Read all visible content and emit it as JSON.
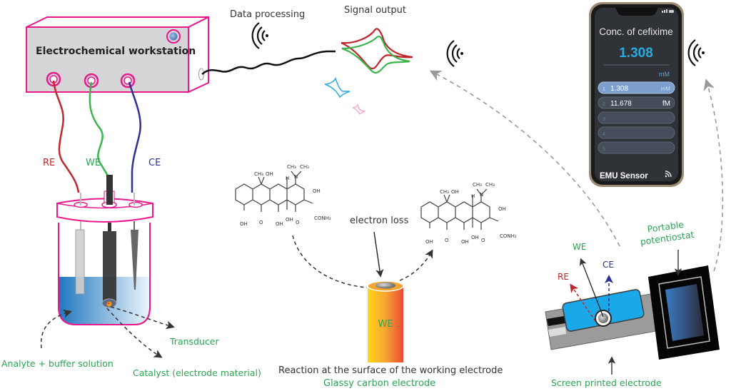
{
  "colors": {
    "pink": "#e8198b",
    "red_lead": "#c0272d",
    "green_lead": "#39b54a",
    "blue_lead": "#2e3192",
    "label_green": "#2aa552",
    "label_red": "#c0272d",
    "label_blue": "#2e3192",
    "phone_accent": "#29abe2"
  },
  "workstation": {
    "title": "Electrochemical workstation"
  },
  "header": {
    "data_processing": "Data processing",
    "signal_output": "Signal output"
  },
  "cell": {
    "re_label": "RE",
    "we_label": "WE",
    "ce_label": "CE",
    "transducer": "Transducer",
    "analyte": "Analyte + buffer solution",
    "catalyst": "Catalyst (electrode material)"
  },
  "reaction": {
    "electron_loss": "electron loss",
    "electrode_label": "WE",
    "caption": "Reaction at the surface of the working electrode",
    "subcaption": "Glassy carbon electrode",
    "molecule_groups": {
      "ch3": "CH₃",
      "oh": "OH",
      "h": "H",
      "n": "N",
      "o": "O",
      "conh2": "CONH₂"
    }
  },
  "phone": {
    "title": "Conc. of cefixime",
    "value": "1.308",
    "unit": "mM",
    "readings": [
      {
        "index": "1",
        "value": "1.308",
        "unit": "mM",
        "selected": true
      },
      {
        "index": "2",
        "value": "11.678",
        "unit": "fM",
        "selected": false
      },
      {
        "index": "3",
        "value": "",
        "unit": "",
        "selected": false
      },
      {
        "index": "4",
        "value": "",
        "unit": "",
        "selected": false
      },
      {
        "index": "5",
        "value": "",
        "unit": "",
        "selected": false
      }
    ],
    "footer": "EMU Sensor"
  },
  "portable": {
    "potentiostat_line1": "Portable",
    "potentiostat_line2": "potentiostat",
    "we_label": "WE",
    "re_label": "RE",
    "ce_label": "CE",
    "spe_label": "Screen printed electrode"
  },
  "icons": [
    "wireless-signal-icon",
    "wifi-icon",
    "signal-bars-icon"
  ]
}
